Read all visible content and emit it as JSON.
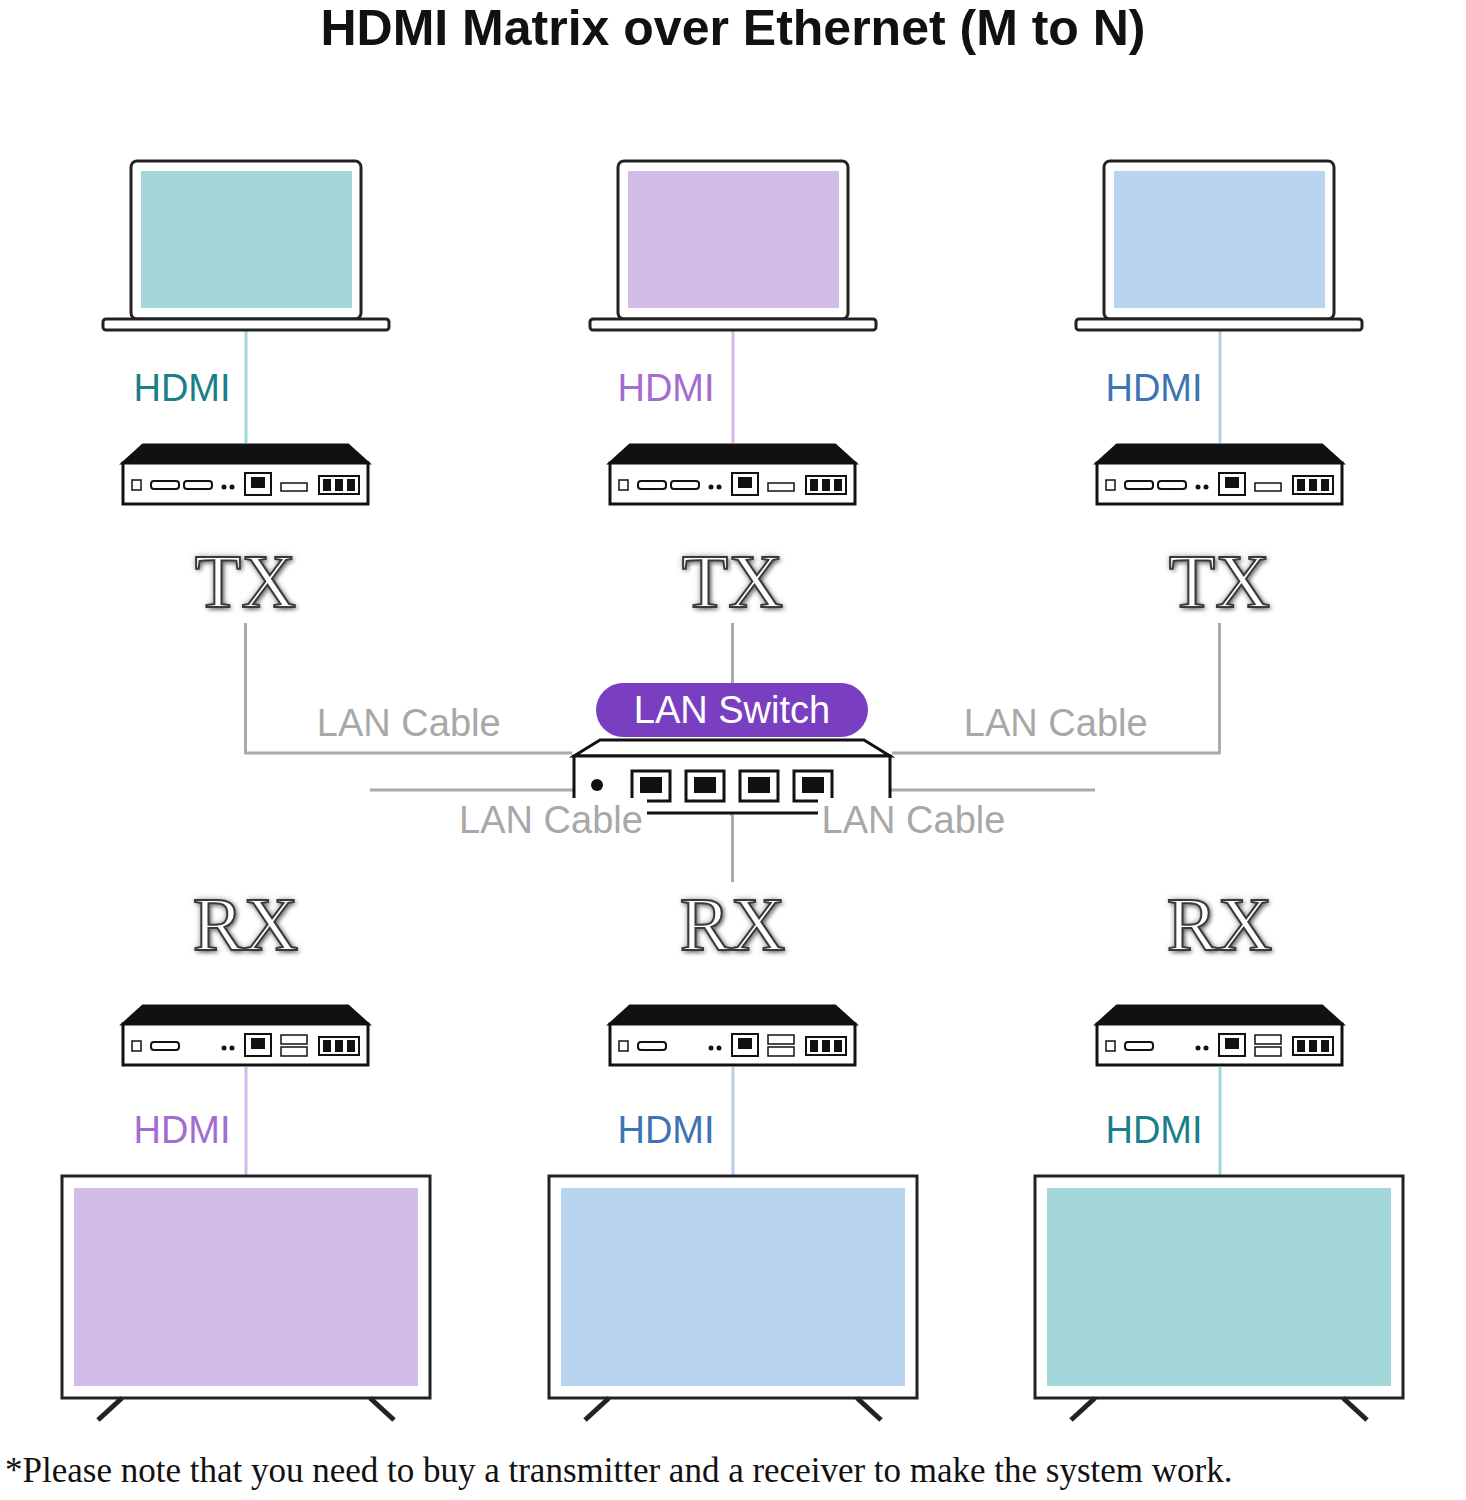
{
  "diagram": {
    "title": "HDMI Matrix over Ethernet (M to N)",
    "caption": "*Please note that you need to buy a transmitter and a receiver to make the system work.",
    "nodes": [
      {
        "text": [
          "TX"
        ]
      },
      {
        "text": [
          "TX"
        ]
      },
      {
        "text": [
          "TX"
        ]
      },
      {
        "text": [
          "LAN Switch"
        ]
      },
      {
        "text": [
          "RX"
        ]
      },
      {
        "text": [
          "RX"
        ]
      },
      {
        "text": [
          "RX"
        ]
      }
    ],
    "edges": [
      {
        "from": 0,
        "to": 3,
        "arrow": "none",
        "label": "LAN Cable"
      },
      {
        "from": 1,
        "to": 3,
        "arrow": "none"
      },
      {
        "from": 2,
        "to": 3,
        "arrow": "none",
        "label": "LAN Cable"
      },
      {
        "from": 3,
        "to": 4,
        "arrow": "none",
        "label": "LAN Cable"
      },
      {
        "from": 3,
        "to": 5,
        "arrow": "none"
      },
      {
        "from": 3,
        "to": 6,
        "arrow": "none",
        "label": "LAN Cable"
      }
    ],
    "labels": [
      "HDMI",
      "HDMI",
      "HDMI",
      "HDMI",
      "HDMI",
      "HDMI"
    ]
  }
}
